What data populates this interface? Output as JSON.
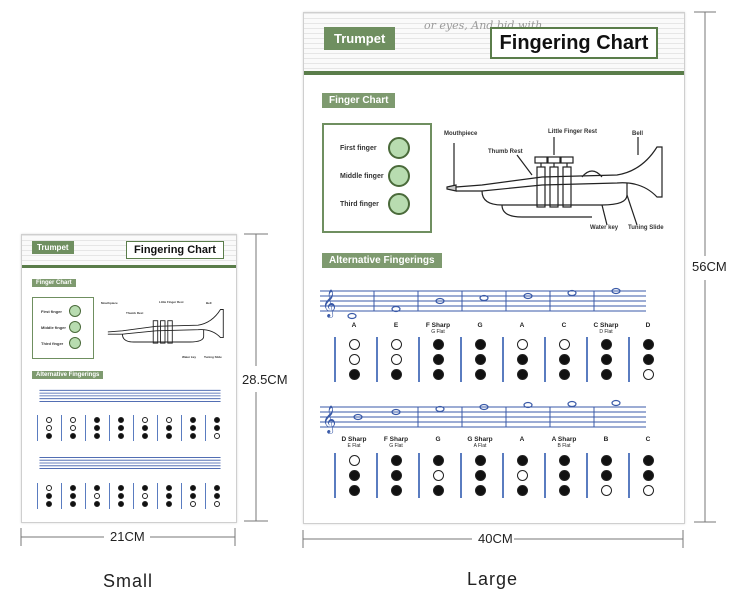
{
  "large": {
    "tag": "Trumpet",
    "title": "Fingering Chart",
    "banner_lyrics": "or eyes, And bid with",
    "section_finger_chart": "Finger Chart",
    "legend": [
      "First finger",
      "Middle finger",
      "Third finger"
    ],
    "parts": [
      "Mouthpiece",
      "Thumb Rest",
      "Little Finger Rest",
      "Bell",
      "Water key",
      "Tuning Slide"
    ],
    "section_alt": "Alternative Fingerings",
    "row1": [
      {
        "name": "A",
        "sub": "",
        "valves": [
          0,
          0,
          1
        ]
      },
      {
        "name": "E",
        "sub": "",
        "valves": [
          0,
          0,
          1
        ]
      },
      {
        "name": "F Sharp",
        "sub": "G Flat",
        "valves": [
          1,
          1,
          1
        ]
      },
      {
        "name": "G",
        "sub": "",
        "valves": [
          1,
          1,
          1
        ]
      },
      {
        "name": "A",
        "sub": "",
        "valves": [
          0,
          1,
          1
        ]
      },
      {
        "name": "C",
        "sub": "",
        "valves": [
          0,
          1,
          1
        ]
      },
      {
        "name": "C Sharp",
        "sub": "D Flat",
        "valves": [
          1,
          1,
          1
        ]
      },
      {
        "name": "D",
        "sub": "",
        "valves": [
          1,
          1,
          0
        ]
      }
    ],
    "row2": [
      {
        "name": "D Sharp",
        "sub": "E Flat",
        "valves": [
          0,
          1,
          1
        ]
      },
      {
        "name": "F Sharp",
        "sub": "G Flat",
        "valves": [
          1,
          1,
          1
        ]
      },
      {
        "name": "G",
        "sub": "",
        "valves": [
          1,
          0,
          1
        ]
      },
      {
        "name": "G Sharp",
        "sub": "A Flat",
        "valves": [
          1,
          1,
          1
        ]
      },
      {
        "name": "A",
        "sub": "",
        "valves": [
          1,
          0,
          1
        ]
      },
      {
        "name": "A Sharp",
        "sub": "B Flat",
        "valves": [
          1,
          1,
          1
        ]
      },
      {
        "name": "B",
        "sub": "",
        "valves": [
          1,
          1,
          0
        ]
      },
      {
        "name": "C",
        "sub": "",
        "valves": [
          1,
          1,
          0
        ]
      }
    ]
  },
  "small": {
    "tag": "Trumpet",
    "title": "Fingering Chart",
    "section_finger_chart": "Finger Chart",
    "legend": [
      "First finger",
      "Middle finger",
      "Third finger"
    ],
    "parts": [
      "Mouthpiece",
      "Thumb Rest",
      "Little Finger Rest",
      "Bell",
      "Water key",
      "Tuning Slide"
    ],
    "section_alt": "Alternative Fingerings"
  },
  "dimensions": {
    "large_height": "56CM",
    "large_width": "40CM",
    "small_height": "28.5CM",
    "small_width": "21CM"
  },
  "captions": {
    "small": "Small",
    "large": "Large"
  },
  "colors": {
    "accent_green": "#6f8f60",
    "valve_line": "#5a7cc0",
    "legend_fill": "#b8dcb0"
  }
}
